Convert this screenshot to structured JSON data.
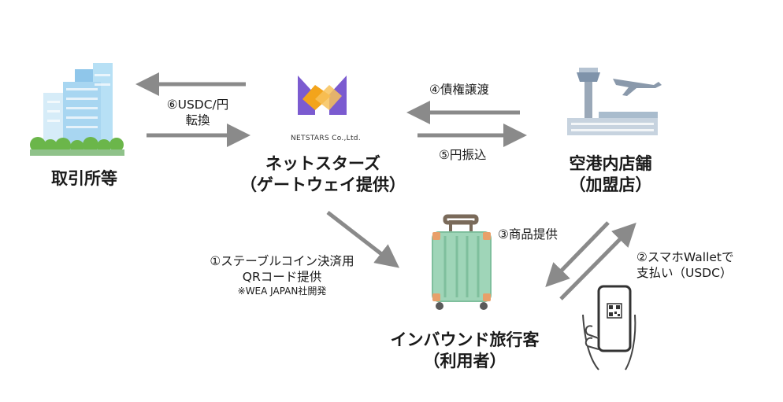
{
  "nodes": {
    "exchange": {
      "label": "取引所等"
    },
    "netstars": {
      "label_line1": "ネットスターズ",
      "label_line2": "（ゲートウェイ提供）",
      "logo_text": "NETSTARS Co.,Ltd."
    },
    "airport": {
      "label_line1": "空港内店舗",
      "label_line2": "（加盟店）"
    },
    "traveler": {
      "label_line1": "インバウンド旅行客",
      "label_line2": "（利用者）"
    }
  },
  "steps": {
    "step1": {
      "line1": "①ステーブルコイン決済用",
      "line2": "QRコード提供",
      "note": "※WEA JAPAN社開発"
    },
    "step2": {
      "line1": "②スマホWalletで",
      "line2": "支払い（USDC）"
    },
    "step3": {
      "line1": "③商品提供"
    },
    "step4": {
      "line1": "④債権譲渡"
    },
    "step5": {
      "line1": "⑤円振込"
    },
    "step6": {
      "line1": "⑥USDC/円",
      "line2": "転換"
    }
  },
  "colors": {
    "arrow": "#8a8a8a",
    "logo_purple": "#7b5bd0",
    "logo_orange": "#f3a41b",
    "building_blue": "#9fd0ee",
    "tree_green": "#6bb64a",
    "suitcase": "#9fd5b8",
    "suitcase_accent": "#e8a06a"
  }
}
